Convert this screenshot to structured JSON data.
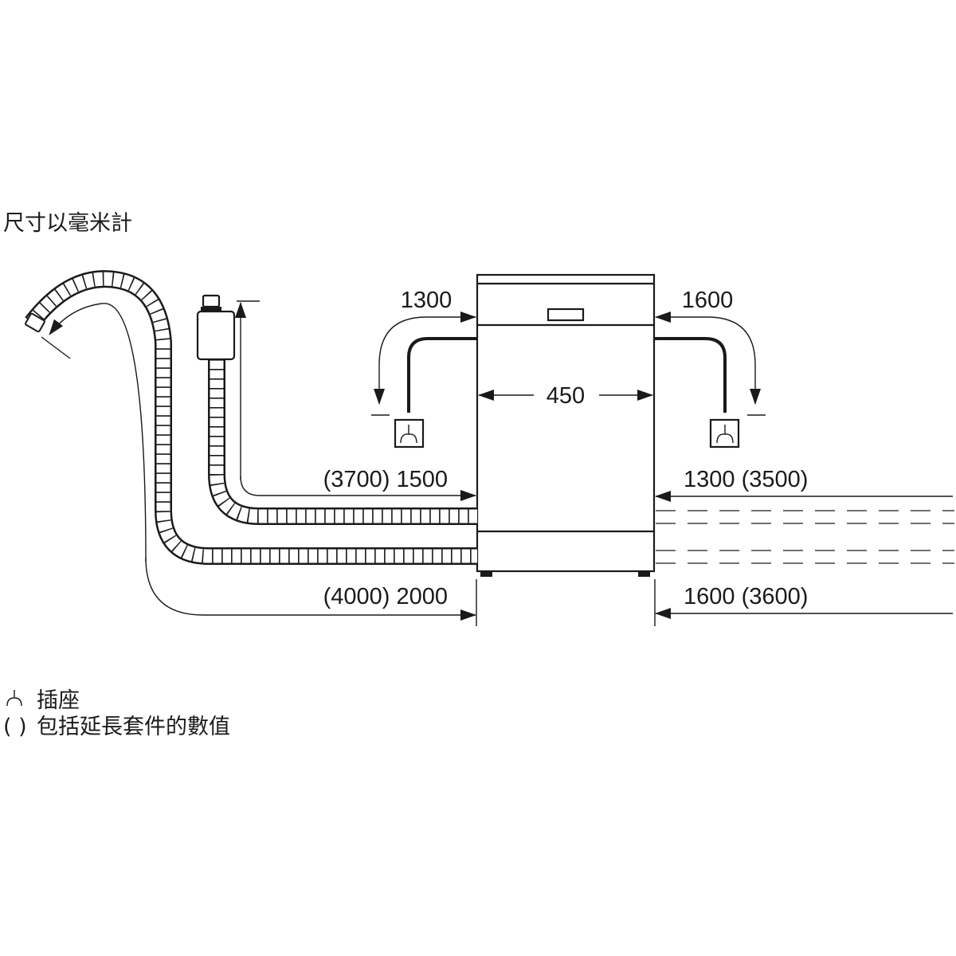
{
  "title": "尺寸以毫米計",
  "dimensions": {
    "power_cord_left": "1300",
    "power_cord_right": "1600",
    "width": "450",
    "inlet_hose_left": "(3700) 1500",
    "drain_hose_left": "(4000) 2000",
    "inlet_hose_right": "1300 (3500)",
    "drain_hose_right": "1600 (3600)"
  },
  "legend": {
    "socket_symbol": "⅄",
    "socket_label": "插座",
    "brackets_symbol": "( )",
    "brackets_label": "包括延長套件的數值"
  },
  "colors": {
    "line": "#1a1a1a",
    "background": "#ffffff"
  }
}
